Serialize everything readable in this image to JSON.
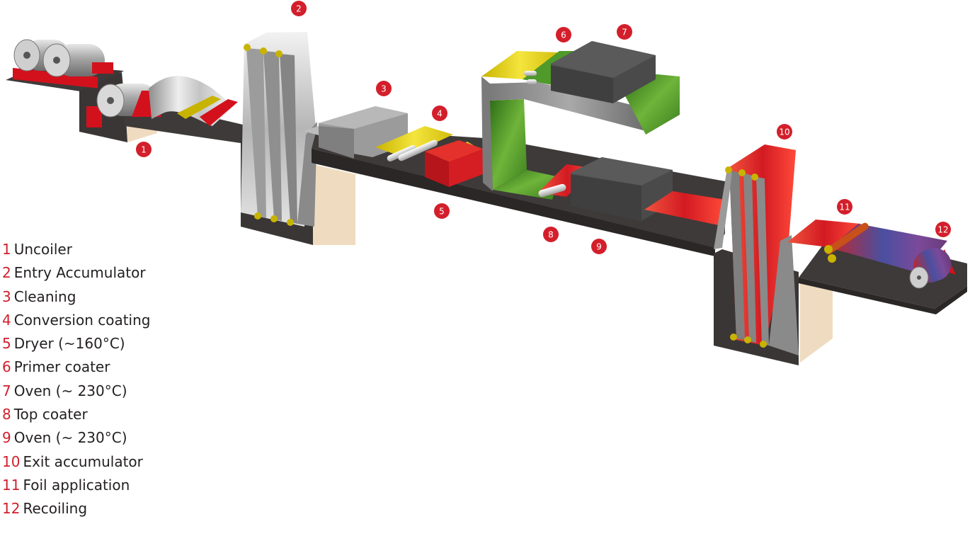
{
  "colors": {
    "badge": "#d31f2b",
    "deck_top": "#3e3a39",
    "deck_front": "#2d2a29",
    "pit_wall": "#efdcc0",
    "steel": "#a9a9a9",
    "oven": "#4d4d4f",
    "cleaning_box": "#9b9b9b",
    "primer": "#4f9a2a",
    "conversion": "#e4d017",
    "topcoat": "#e4312b",
    "roller_yellow": "#c8b400",
    "frame_red": "#d3111c"
  },
  "stations": [
    {
      "number": "1",
      "name": "Uncoiler"
    },
    {
      "number": "2",
      "name": "Entry Accumulator"
    },
    {
      "number": "3",
      "name": "Cleaning"
    },
    {
      "number": "4",
      "name": "Conversion coating"
    },
    {
      "number": "5",
      "name": "Dryer (~160°C)"
    },
    {
      "number": "6",
      "name": "Primer coater"
    },
    {
      "number": "7",
      "name": "Oven (~ 230°C)"
    },
    {
      "number": "8",
      "name": "Top coater"
    },
    {
      "number": "9",
      "name": "Oven (~ 230°C)"
    },
    {
      "number": "10",
      "name": "Exit accumulator"
    },
    {
      "number": "11",
      "name": "Foil application"
    },
    {
      "number": "12",
      "name": "Recoiling"
    }
  ]
}
